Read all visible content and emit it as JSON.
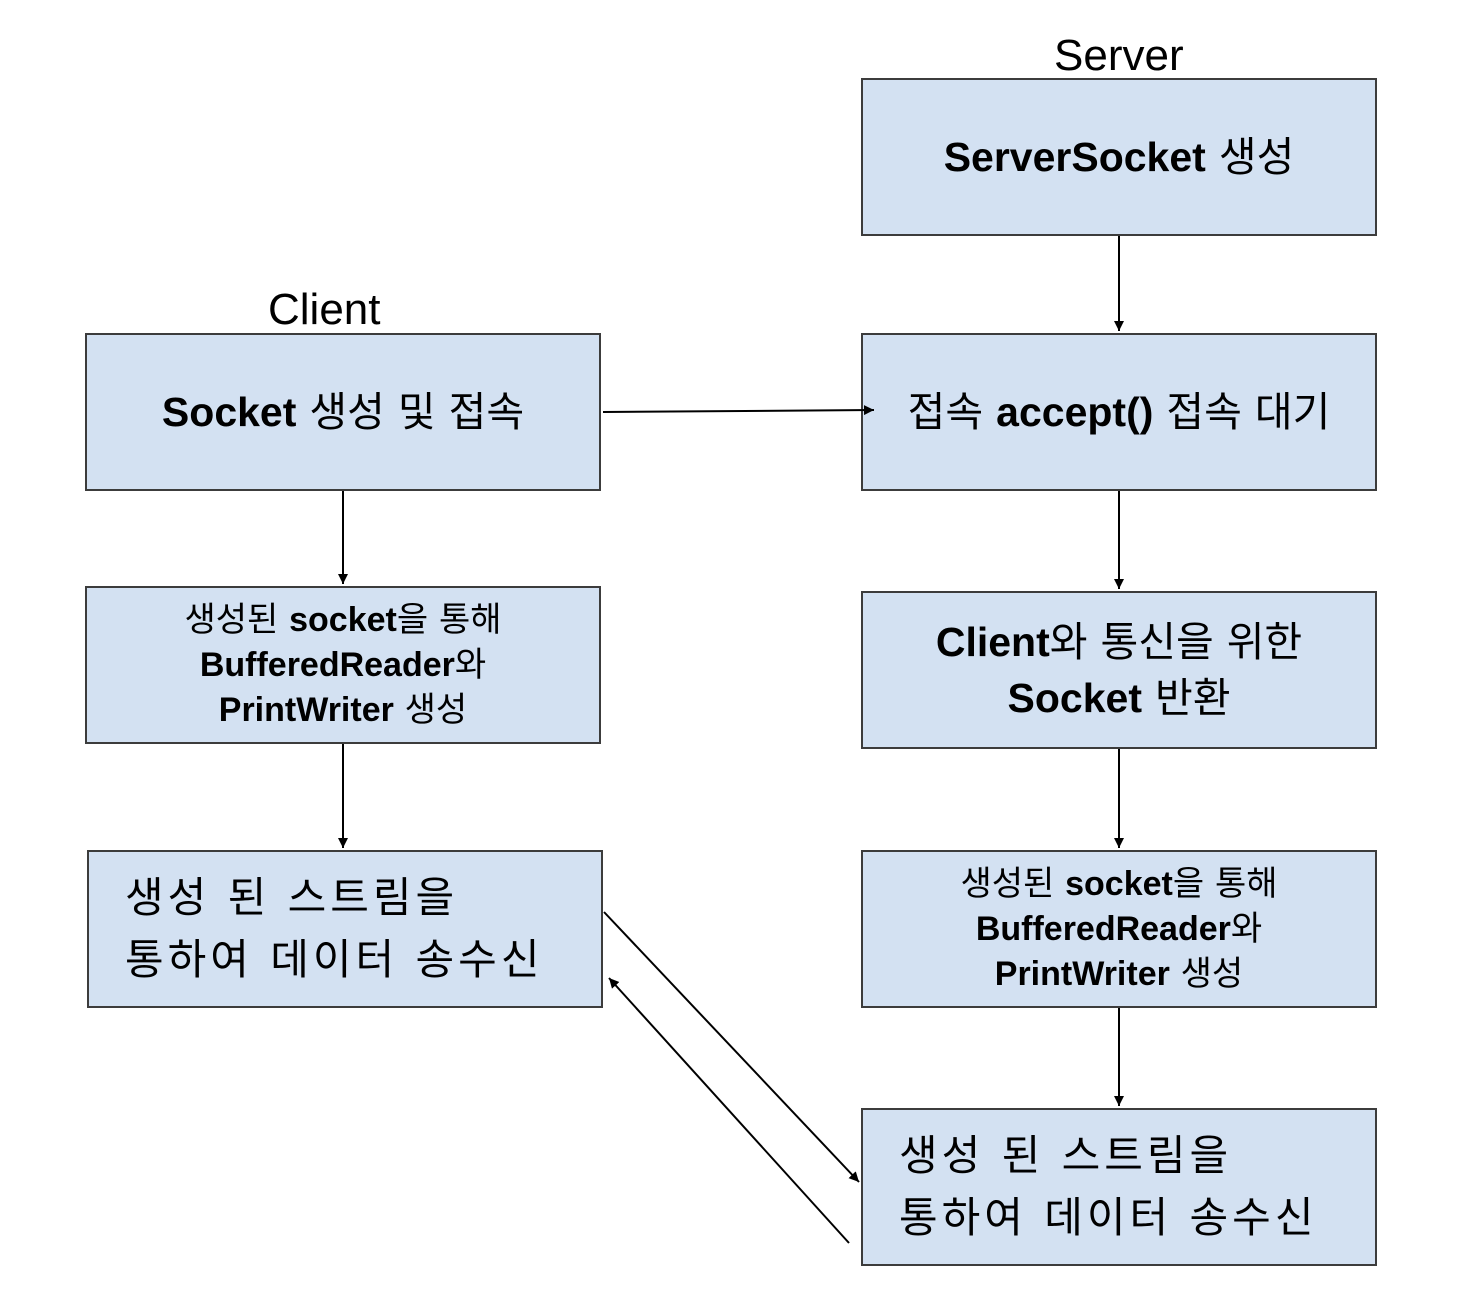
{
  "labels": {
    "server": "Server",
    "client": "Client"
  },
  "server": {
    "create": {
      "name": "ServerSocket",
      "suffix": " 생성"
    },
    "accept": {
      "prefix": "접속 ",
      "name": "accept()",
      "suffix": " 접속 대기"
    },
    "socket_return": {
      "line1_name": "Client",
      "line1_suffix": "와 통신을 위한",
      "line2_name": "Socket",
      "line2_suffix": " 반환"
    },
    "streams": {
      "line1_prefix": "생성된 ",
      "line1_name": "socket",
      "line1_suffix": "을 통해",
      "line2_name": "BufferedReader",
      "line2_suffix": "와",
      "line3_name": "PrintWriter",
      "line3_suffix": " 생성"
    },
    "transfer": {
      "line1": "생성 된 스트림을",
      "line2": "통하여 데이터 송수신"
    }
  },
  "client": {
    "connect": {
      "name": "Socket",
      "suffix": " 생성 및 접속"
    },
    "streams": {
      "line1_prefix": "생성된 ",
      "line1_name": "socket",
      "line1_suffix": "을 통해",
      "line2_name": "BufferedReader",
      "line2_suffix": "와",
      "line3_name": "PrintWriter",
      "line3_suffix": " 생성"
    },
    "transfer": {
      "line1": "생성 된 스트림을",
      "line2": "통하여 데이터 송수신"
    }
  },
  "colors": {
    "box_fill": "#d3e1f2",
    "box_border": "#3c3c3c",
    "arrow": "#000000"
  }
}
